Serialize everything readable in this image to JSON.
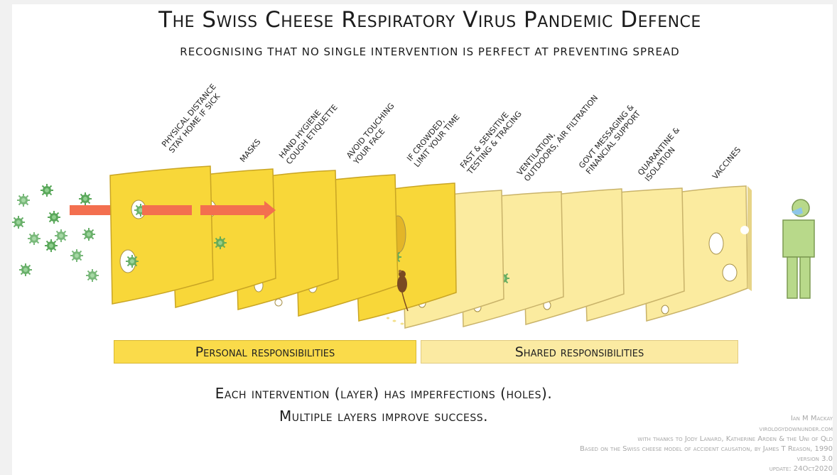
{
  "title": "The Swiss Cheese Respiratory Virus Pandemic Defence",
  "subtitle": "RECOGNISING THAT NO SINGLE INTERVENTION IS PERFECT AT PREVENTING SPREAD",
  "layers": [
    {
      "label": "PHYSICAL DISTANCE\nSTAY HOME IF SICK"
    },
    {
      "label": "MASKS"
    },
    {
      "label": "HAND HYGIENE\nCOUGH ETIQUETTE"
    },
    {
      "label": "AVOID TOUCHING\nYOUR FACE"
    },
    {
      "label": "IF CROWDED,\nLIMIT YOUR TIME"
    },
    {
      "label": "FAST & SENSITIVE\nTESTING & TRACING"
    },
    {
      "label": "VENTILATION,\nOUTDOORS, AIR FILTRATION"
    },
    {
      "label": "GOVT MESSAGING &\nFINANCIAL SUPPORT"
    },
    {
      "label": "QUARANTINE &\nISOLATION"
    },
    {
      "label": "VACCINES"
    }
  ],
  "bars": {
    "personal": "Personal responsibilities",
    "shared": "Shared responsibilities"
  },
  "caption": {
    "line1": "Each intervention (layer) has imperfections (holes).",
    "line2": "Multiple layers improve success."
  },
  "credits": {
    "author": "Ian M Mackay",
    "site": "virologydownunder.com",
    "thanks": "with thanks to Jody Lanard, Katherine Arden & the Uni of Qld",
    "based_on": "Based on the Swiss cheese model of accident causation, by James T Reason, 1990",
    "version": "version 3.0",
    "update": "update: 24Oct2020"
  },
  "colors": {
    "cheese_personal": "#f8d739",
    "cheese_shared": "#fbeb9f",
    "arrow": "#f36f4f",
    "virus": "#5aa85b",
    "person": "#b8d98a"
  }
}
